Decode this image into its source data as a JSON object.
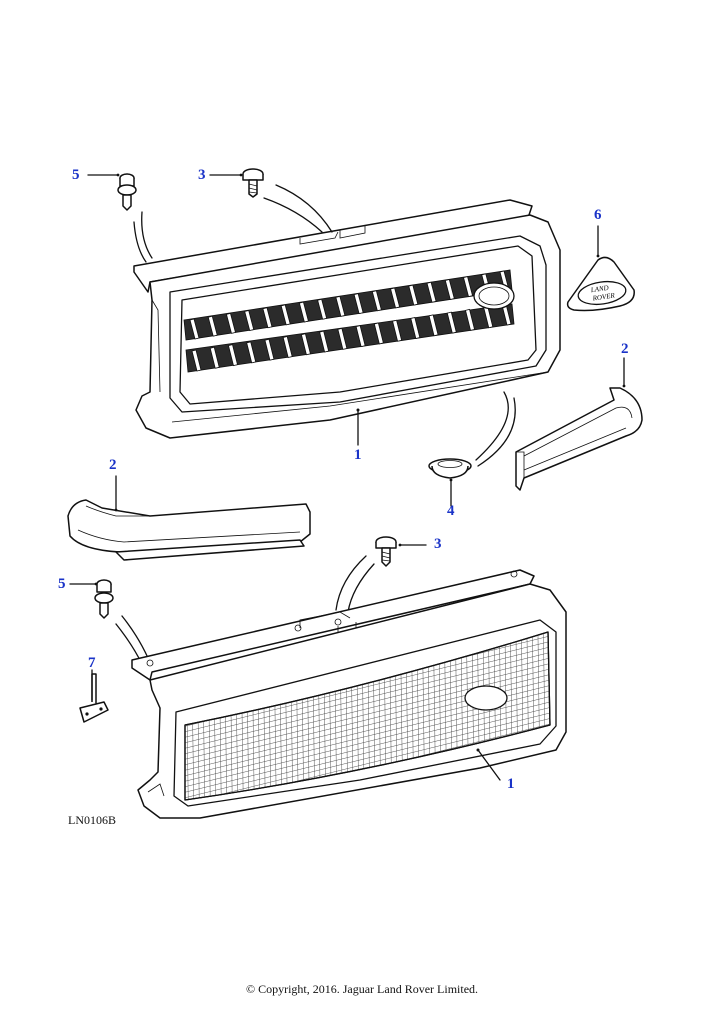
{
  "callouts": {
    "c5_top": "5",
    "c3_top": "3",
    "c6": "6",
    "c2_right": "2",
    "c1_top": "1",
    "c2_left": "2",
    "c4": "4",
    "c3_bottom": "3",
    "c5_bottom": "5",
    "c7": "7",
    "c1_bottom": "1"
  },
  "badge_text": [
    "LAND",
    "ROVER"
  ],
  "drawing_id": "LN0106B",
  "copyright": "© Copyright, 2016. Jaguar Land Rover Limited.",
  "colors": {
    "callout": "#1a33c8",
    "line": "#111111"
  }
}
